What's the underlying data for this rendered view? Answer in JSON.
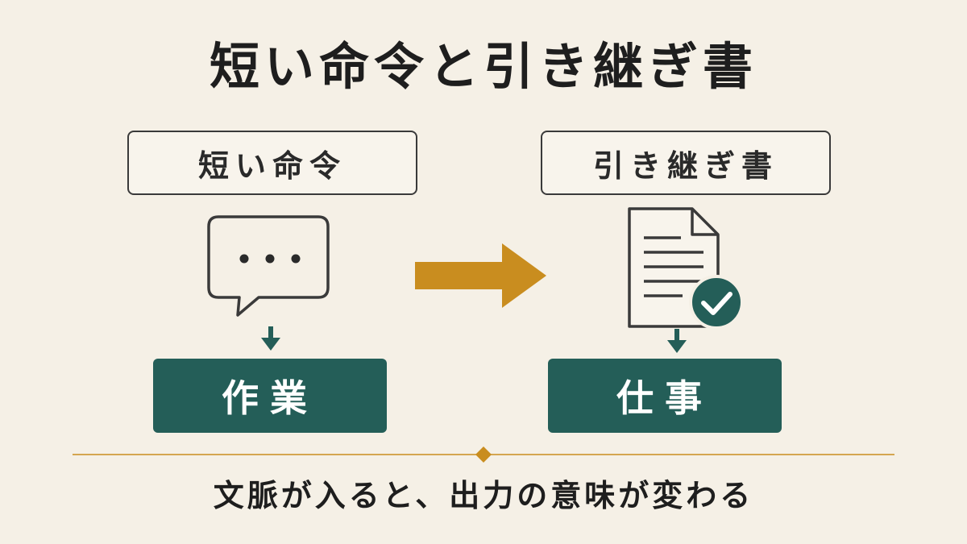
{
  "title": "短い命令と引き継ぎ書",
  "left": {
    "label": "短い命令",
    "icon": "speech-bubble-icon",
    "result": "作業"
  },
  "right": {
    "label": "引き継ぎ書",
    "icon": "document-check-icon",
    "result": "仕事"
  },
  "caption": "文脈が入ると、出力の意味が変わる",
  "colors": {
    "background": "#f5f0e6",
    "accent_gold": "#c98d1f",
    "teal": "#245e58",
    "ink": "#1e1e1e"
  }
}
